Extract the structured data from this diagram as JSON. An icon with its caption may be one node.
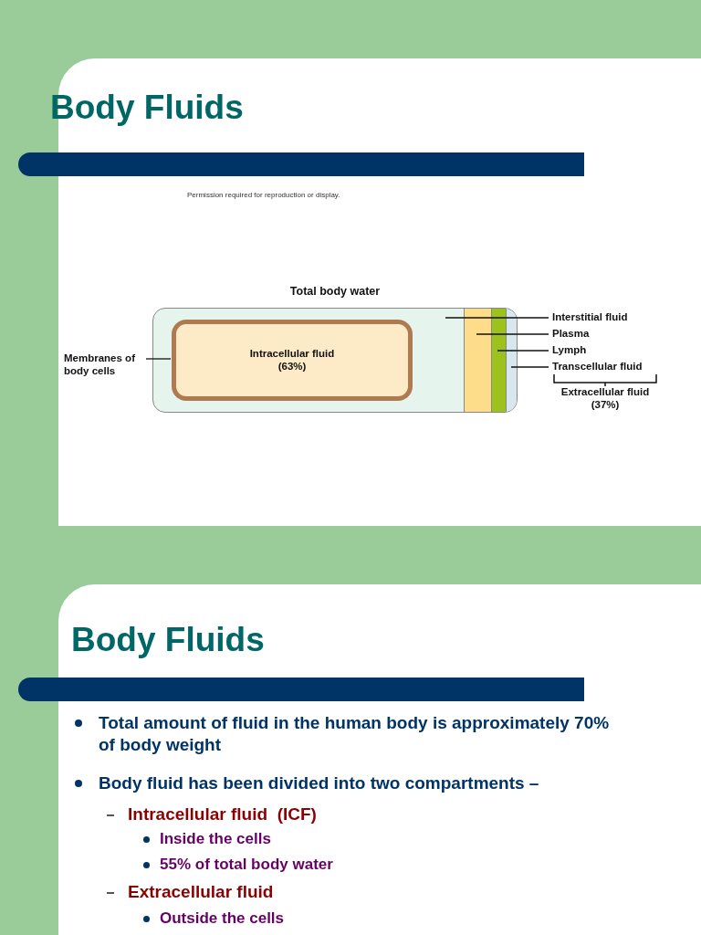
{
  "diagram": {
    "title": "Body Fluids",
    "nodes": [
      {
        "text": [
          "Total body water"
        ]
      },
      {
        "text": [
          "Membranes of body cells"
        ]
      },
      {
        "text": [
          "Intracellular fluid (63%)"
        ],
        "in": 0
      },
      {
        "text": [],
        "shape": "bar",
        "in": 0
      },
      {
        "text": [],
        "shape": "bar",
        "in": 0
      },
      {
        "text": [],
        "shape": "bar",
        "in": 0
      },
      {
        "text": [
          "Interstitial fluid"
        ]
      },
      {
        "text": [
          "Plasma"
        ]
      },
      {
        "text": [
          "Lymph"
        ]
      },
      {
        "text": [
          "Transcellular fluid"
        ]
      }
    ],
    "edges": [
      {
        "from": 1,
        "to": 2,
        "arrow": "none"
      },
      {
        "from": 6,
        "to": 0,
        "arrow": "none"
      },
      {
        "from": 7,
        "to": 3,
        "arrow": "none"
      },
      {
        "from": 8,
        "to": 4,
        "arrow": "none"
      },
      {
        "from": 9,
        "to": 5,
        "arrow": "none"
      }
    ],
    "labels": [
      "Permission required for reproduction or display.",
      "Extracellular fluid (37%)",
      "Body Fluids",
      "Total amount of fluid in the human body is approximately 70% of body weight",
      "Body fluid has been divided into two compartments –",
      "Intracellular fluid  (ICF)",
      "Inside the cells",
      "55% of total body water",
      "Extracellular fluid",
      "Outside the cells"
    ]
  }
}
